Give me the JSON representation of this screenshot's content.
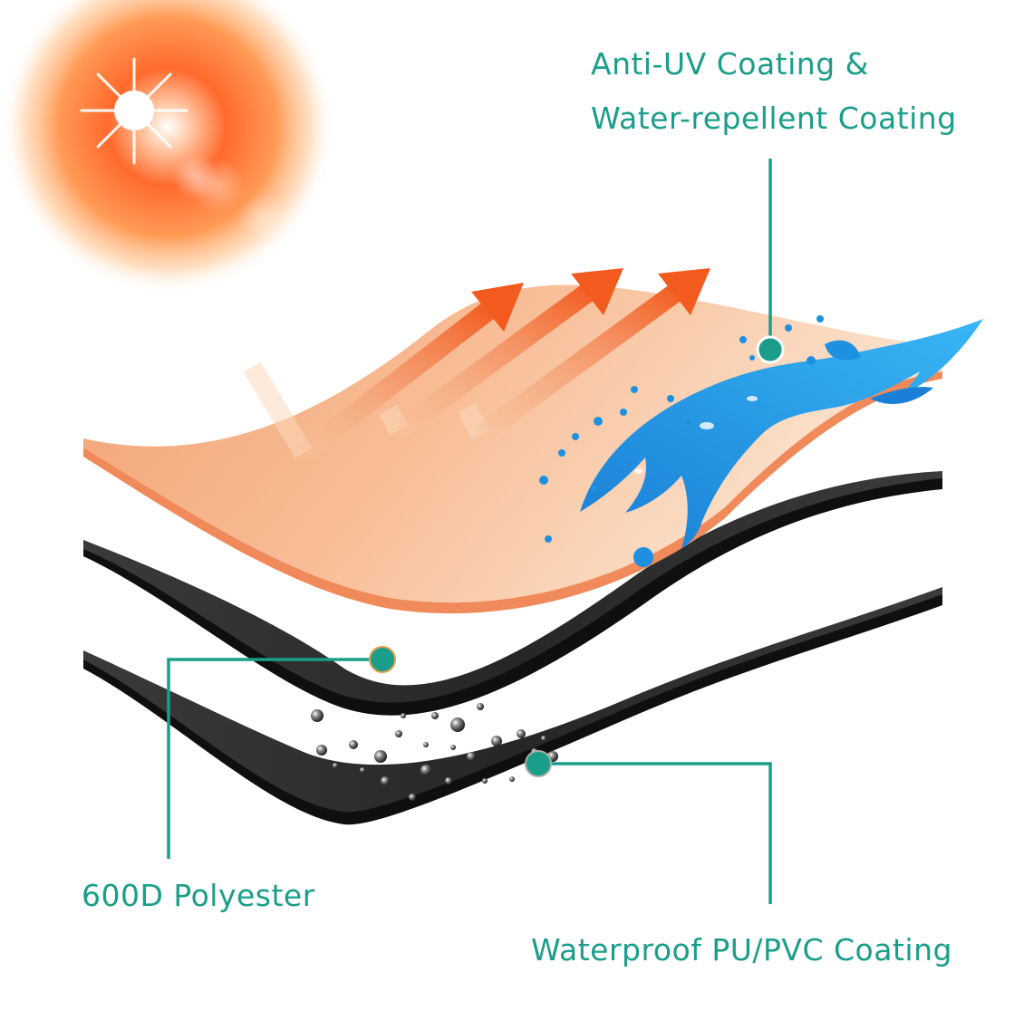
{
  "labels": {
    "top_line1": "Anti-UV Coating &",
    "top_line2": "Water-repellent Coating",
    "left": "600D Polyester",
    "bottom": "Waterproof PU/PVC Coating"
  },
  "colors": {
    "accent": "#1a9e8a",
    "sun_core": "#ff5a1e",
    "sun_glow": "#ffb37a",
    "top_layer": "#f7b48a",
    "top_layer_edge": "#f08a5a",
    "fabric_layer": "#2b2b2b",
    "fabric_edge": "#0d0d0d",
    "arrow": "#f2642a",
    "water": "#1e90e0"
  },
  "icons": {
    "sun": "sun-icon",
    "water_splash": "water-splash-icon",
    "heat_arrows": "heat-reflect-arrow-icon",
    "droplets": "water-droplet-icon"
  }
}
